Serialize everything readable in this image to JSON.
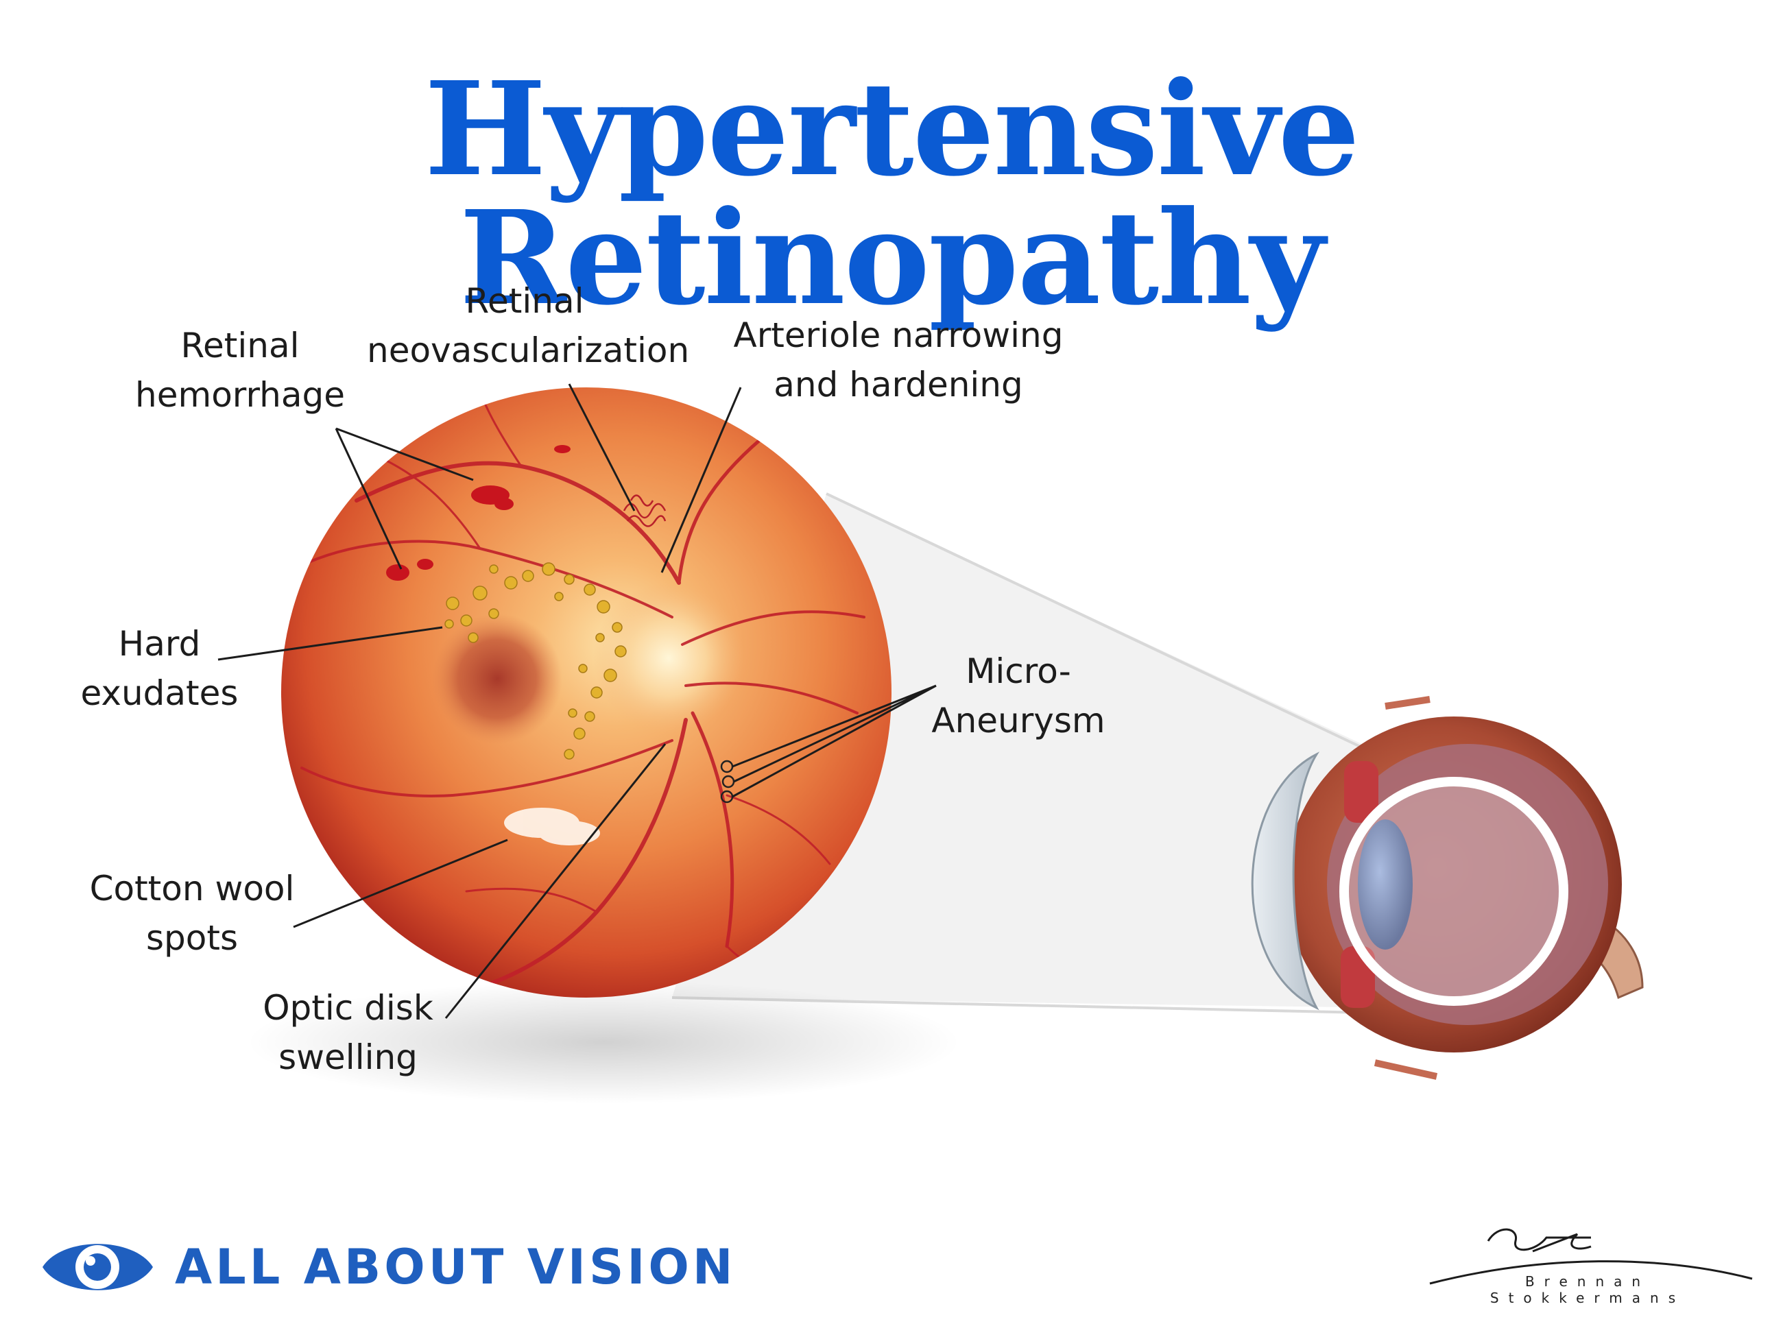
{
  "title": "Hypertensive Retinopathy",
  "colors": {
    "title": "#0b5bd3",
    "brand": "#1f5fbf",
    "retina_light": "#f9c57a",
    "retina_mid": "#e8713a",
    "retina_dark": "#b1271d",
    "vessel": "#c0202a",
    "exudate": "#e3b22e"
  },
  "labels": {
    "retinal_hemorrhage": [
      "Retinal",
      "hemorrhage"
    ],
    "retinal_neovascularization": [
      "Retinal",
      "neovascularization"
    ],
    "arteriole_narrowing": [
      "Arteriole narrowing",
      "and hardening"
    ],
    "hard_exudates": [
      "Hard",
      "exudates"
    ],
    "micro_aneurysm": [
      "Micro-",
      "Aneurysm"
    ],
    "cotton_wool_spots": [
      "Cotton wool",
      "spots"
    ],
    "optic_disk_swelling": [
      "Optic disk",
      "swelling"
    ]
  },
  "brand": {
    "name": "ALL ABOUT VISION",
    "icon": "eye-logo-icon"
  },
  "credit": {
    "artist": "Brennan Stokkermans",
    "icon": "signature-icon"
  }
}
